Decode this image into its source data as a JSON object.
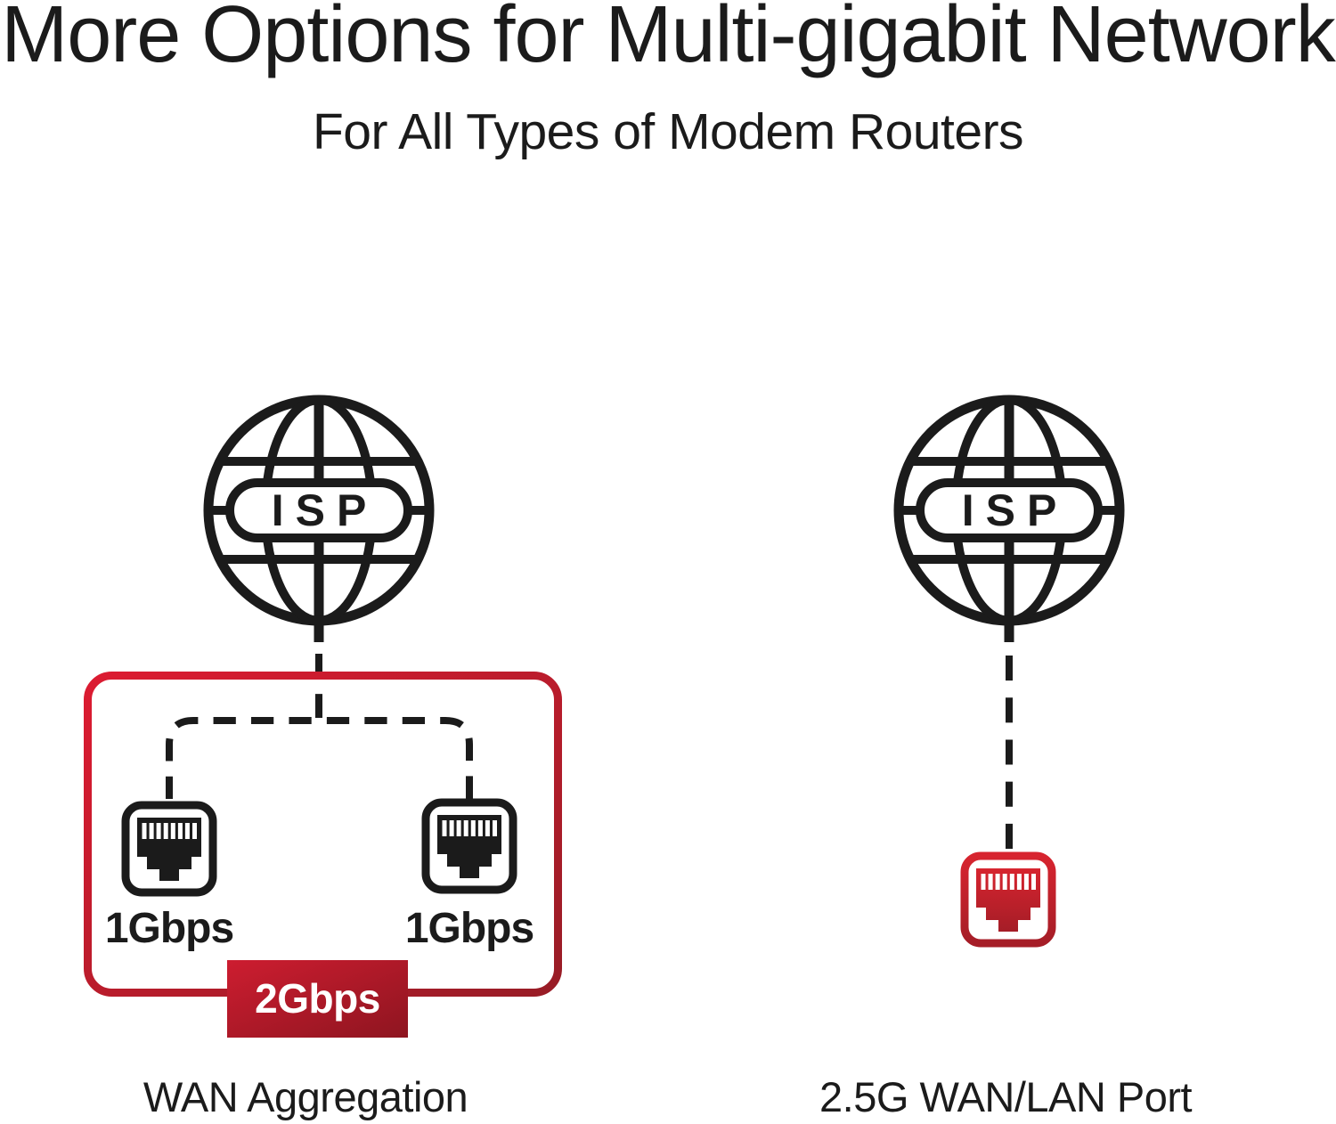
{
  "page": {
    "background": "#ffffff"
  },
  "header": {
    "title": "More Options for Multi-gigabit Network",
    "subtitle": "For All Types of Modem Routers"
  },
  "figures": {
    "left": {
      "isp_label": "ISP",
      "port_labels": [
        "1Gbps",
        "1Gbps"
      ],
      "combined_speed_badge": "2Gbps",
      "caption": "WAN Aggregation"
    },
    "right": {
      "isp_label": "ISP",
      "caption": "2.5G WAN/LAN Port"
    }
  },
  "icons": {
    "isp_globe": "wireframe-globe-icon",
    "ethernet_port_black": "rj45-port-icon",
    "ethernet_port_red": "rj45-port-icon-red",
    "connector": "dashed-line"
  },
  "colors": {
    "page_bg": "#ffffff",
    "ink": "#1b1b1b",
    "box_red": "#dc1b31",
    "box_red_dark": "#981c26",
    "badge_red": "#cd1d30",
    "badge_red_dark": "#8e1520",
    "port_red": "#d7242f",
    "port_red_dark": "#a51d27",
    "badge_text": "#ffffff"
  }
}
